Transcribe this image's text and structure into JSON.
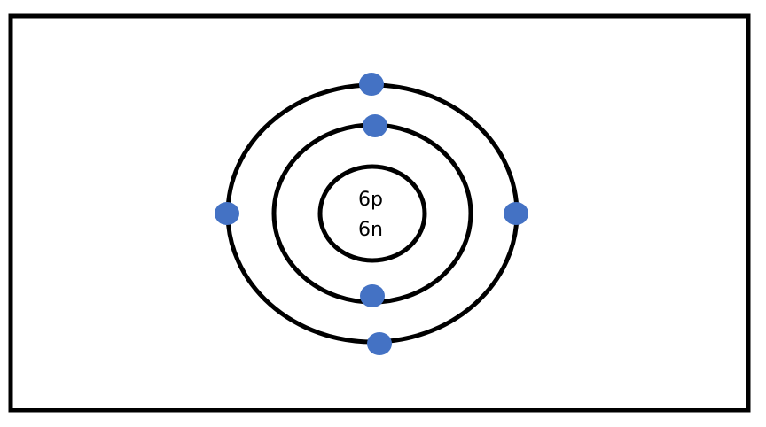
{
  "nucleus": {
    "protons_label": "6p",
    "neutrons_label": "6n"
  },
  "colors": {
    "frame": "#000000",
    "orbit": "#000000",
    "electron": "#4472c4",
    "background": "#ffffff"
  },
  "shells": [
    {
      "electrons": 2
    },
    {
      "electrons": 4
    }
  ]
}
